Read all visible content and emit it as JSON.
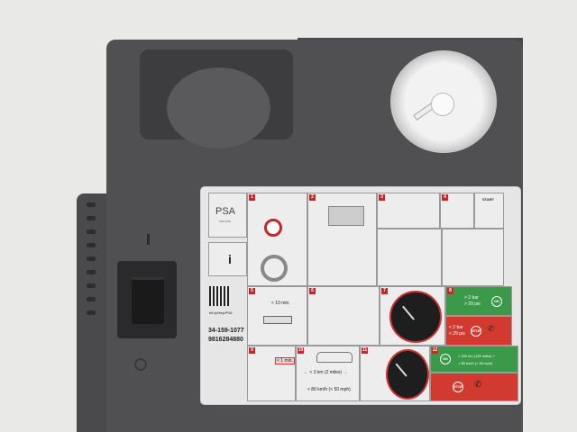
{
  "label": {
    "brand": "PSA",
    "brand_sub": "GROUPE",
    "link": "bit.ly/HelpPSA",
    "code1": "34-159-1077",
    "code2": "9816284880",
    "start": "START",
    "steps": [
      "1",
      "2",
      "3",
      "4",
      "5",
      "6",
      "7",
      "8",
      "9",
      "10",
      "11",
      "12"
    ],
    "step5_time": "< 10 min.",
    "step8_ok_1": "> 2 bar",
    "step8_ok_2": "> 29 psi",
    "step8_stop_1": "< 2 bar",
    "step8_stop_2": "< 29 psi",
    "ok": "OK",
    "stop": "STOP",
    "step9_time": "< 1 min.",
    "step10_dist": "← < 3 km (2 miles) →",
    "step10_speed": "< 80 km/h (< 50 mph)",
    "step12_ok_1": "< 200 km (125 miles) +",
    "step12_ok_2": "< 80 km/h (< 50 mph)"
  },
  "colors": {
    "ok": "#3a9a4a",
    "stop": "#d23a30",
    "body": "#505052"
  }
}
